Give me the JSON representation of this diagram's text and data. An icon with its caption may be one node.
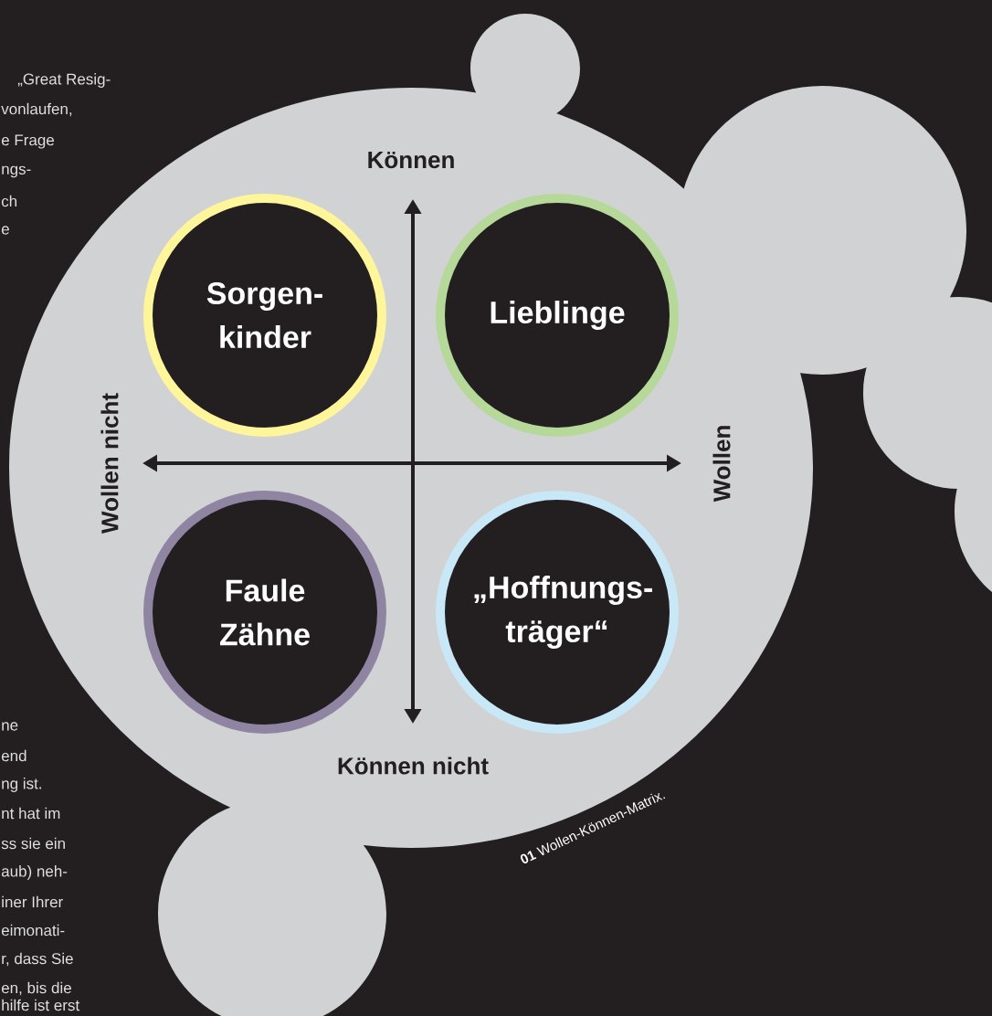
{
  "diagram": {
    "caption": "**01** Wollen-Können-Matrix.",
    "nodes": [
      {
        "text": [
          "Sorgen- kinder"
        ]
      },
      {
        "text": [
          "Lieblinge"
        ]
      },
      {
        "text": [
          "Faule Zähne"
        ]
      },
      {
        "text": [
          "„Hoffnungs- träger“"
        ]
      }
    ],
    "labels": [
      "„Great Resig-",
      "vonlaufen,",
      "e Frage",
      "ngs-",
      "ch",
      "e",
      "Können",
      "Wollen nicht",
      "Wollen",
      "Können nicht",
      "ne",
      "end",
      "ng ist.",
      "nt hat im",
      "ss sie ein",
      "aub) neh-",
      "iner Ihrer",
      "eimonati-",
      "r, dass Sie",
      "en, bis die",
      "hilfe ist erst"
    ]
  }
}
